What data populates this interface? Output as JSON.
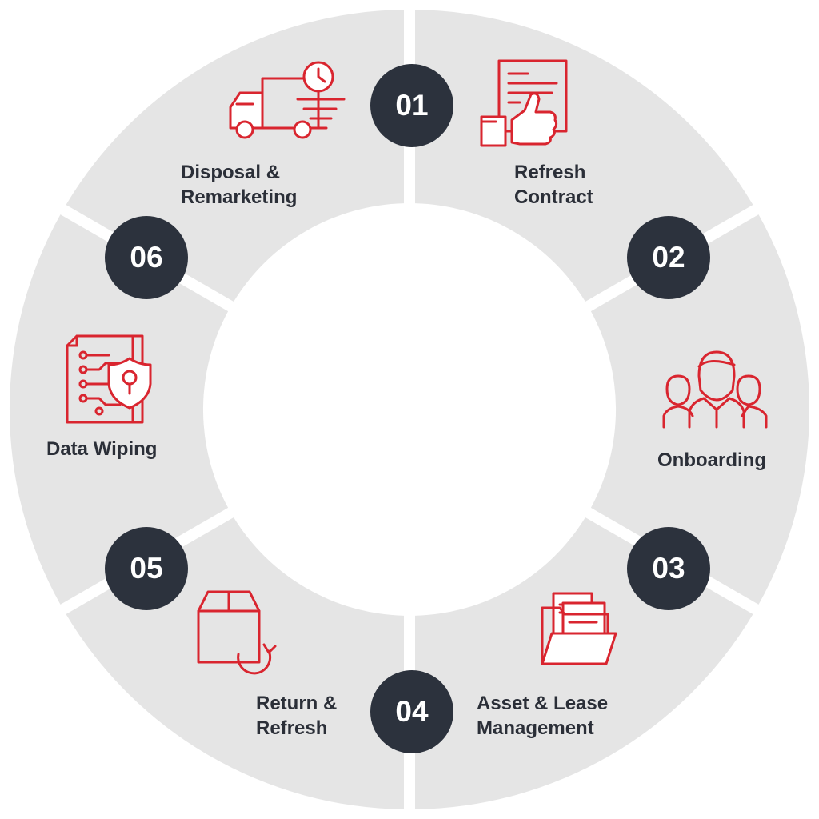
{
  "colors": {
    "segment": "#e5e5e5",
    "badge": "#2c323d",
    "badge_text": "#ffffff",
    "icon": "#d9252f",
    "label": "#2b2f38"
  },
  "steps": [
    {
      "number": "01",
      "label_lines": [
        "Refresh",
        "Contract"
      ],
      "icon": "thumbs-up-contract-icon"
    },
    {
      "number": "02",
      "label_lines": [
        "Onboarding"
      ],
      "icon": "team-people-icon"
    },
    {
      "number": "03",
      "label_lines": [
        "Asset & Lease",
        "Management"
      ],
      "icon": "folder-documents-icon"
    },
    {
      "number": "04",
      "label_lines": [
        "Return &",
        "Refresh"
      ],
      "icon": "box-return-icon"
    },
    {
      "number": "05",
      "label_lines": [
        "Data Wiping"
      ],
      "icon": "circuit-shield-lock-icon"
    },
    {
      "number": "06",
      "label_lines": [
        "Disposal &",
        "Remarketing"
      ],
      "icon": "delivery-truck-clock-icon"
    }
  ]
}
